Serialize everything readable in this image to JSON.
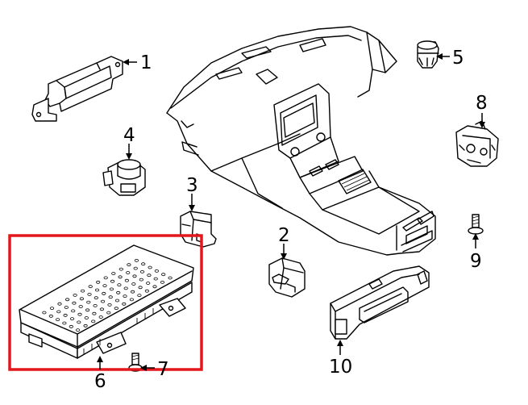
{
  "callouts": [
    {
      "id": "1",
      "label": "1"
    },
    {
      "id": "2",
      "label": "2"
    },
    {
      "id": "3",
      "label": "3"
    },
    {
      "id": "4",
      "label": "4"
    },
    {
      "id": "5",
      "label": "5"
    },
    {
      "id": "6",
      "label": "6"
    },
    {
      "id": "7",
      "label": "7"
    },
    {
      "id": "8",
      "label": "8"
    },
    {
      "id": "9",
      "label": "9"
    },
    {
      "id": "10",
      "label": "10"
    }
  ],
  "highlight": {
    "color": "#e3161b",
    "target": "6"
  },
  "colors": {
    "line": "#000000",
    "background": "#ffffff"
  }
}
